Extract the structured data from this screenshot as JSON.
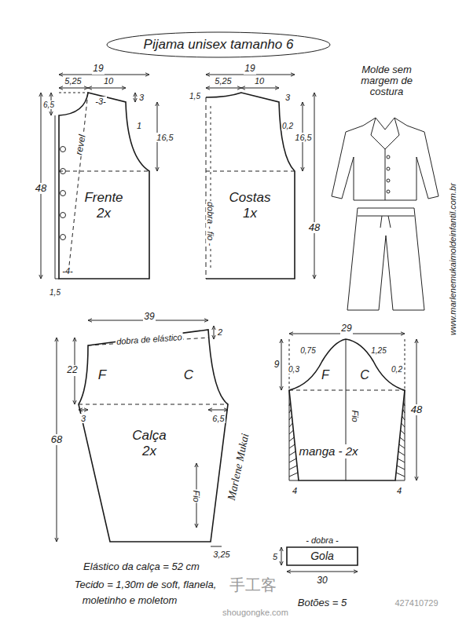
{
  "diagram": {
    "title": "Pijama unisex tamanho 6",
    "nodes": [
      {
        "text": [
          "Frente 2x"
        ]
      },
      {
        "text": [
          "Costas 1x"
        ]
      },
      {
        "text": [
          "Calça 2x"
        ]
      },
      {
        "text": [
          "manga - 2x"
        ]
      },
      {
        "text": [
          "Gola"
        ]
      }
    ],
    "labels": [
      "19",
      "5,25",
      "10",
      "-3-",
      "3",
      "6,5",
      "1",
      "16,5",
      "revel",
      "48",
      "-4-",
      "1,5",
      "19",
      "5,25",
      "10",
      "1,5",
      "3",
      "0,2",
      "16,5",
      "48",
      "dobra - fio -",
      "Molde sem margem de costura",
      "www.marlenemukaimoldeinfantil.com.br",
      "39",
      "2",
      "dobra de elástico",
      "22",
      "F",
      "C",
      "3",
      "6,5",
      "68",
      "Fio",
      "3,25",
      "Marlene Mukai",
      "29",
      "9",
      "0,75",
      "1,25",
      "0,3",
      "0,2",
      "F",
      "C",
      "Fio",
      "48",
      "4",
      "4",
      "- dobra -",
      "5",
      "30",
      "Elástico da calça = 52 cm",
      "Tecido = 1,30m de soft, flanela,",
      "moletinho e moletom",
      "Botões = 5",
      "手工客",
      "shougongke.com",
      "427410729"
    ]
  }
}
